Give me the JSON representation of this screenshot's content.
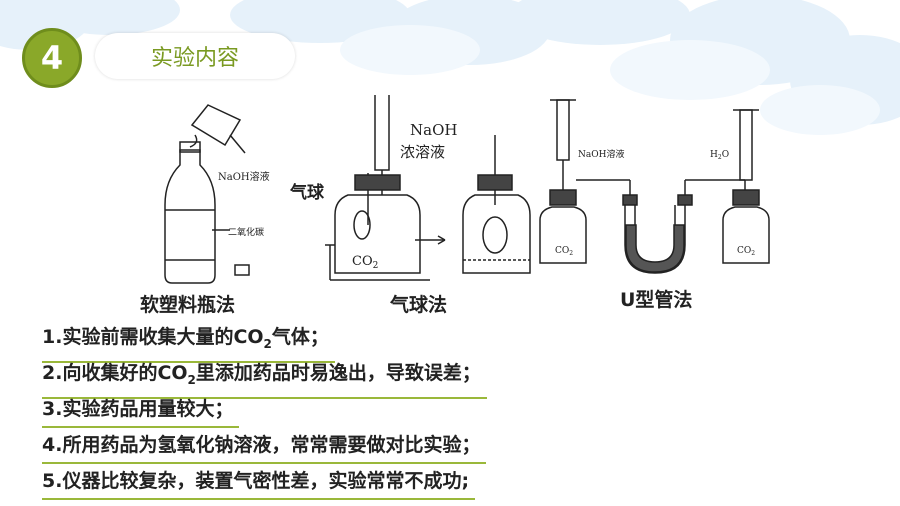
{
  "header": {
    "badge_number": "4",
    "title": "实验内容"
  },
  "colors": {
    "accent_green": "#8aa829",
    "underline_green": "#9ab83a"
  },
  "diagram": {
    "bottle_label_naoh": "NaOH溶液",
    "bottle_label_co2": "二氧化碳",
    "balloon_label": "气球",
    "balloon_naoh": "NaOH",
    "balloon_solution": "浓溶液",
    "balloon_co2": "CO",
    "balloon_co2_sub": "2",
    "u_naoh_label": "NaOH溶液",
    "u_h2o": "H",
    "u_h2o_sub": "2",
    "u_h2o_o": "O",
    "u_co2_left": "CO",
    "u_co2_left_sub": "2",
    "u_co2_right": "CO",
    "u_co2_right_sub": "2"
  },
  "captions": {
    "bottle": "软塑料瓶法",
    "balloon": "气球法",
    "u_tube": "U型管法"
  },
  "items": {
    "i1_a": "1.实验前需收集大量的CO",
    "i1_sub": "2",
    "i1_b": "气体；",
    "i2_a": "2.向收集好的CO",
    "i2_sub": "2",
    "i2_b": "里添加药品时易逸出，导致误差；",
    "i3": "3.实验药品用量较大；",
    "i4": "4.所用药品为氢氧化钠溶液，常常需要做对比实验；",
    "i5": "5.仪器比较复杂，装置气密性差，实验常常不成功;"
  }
}
